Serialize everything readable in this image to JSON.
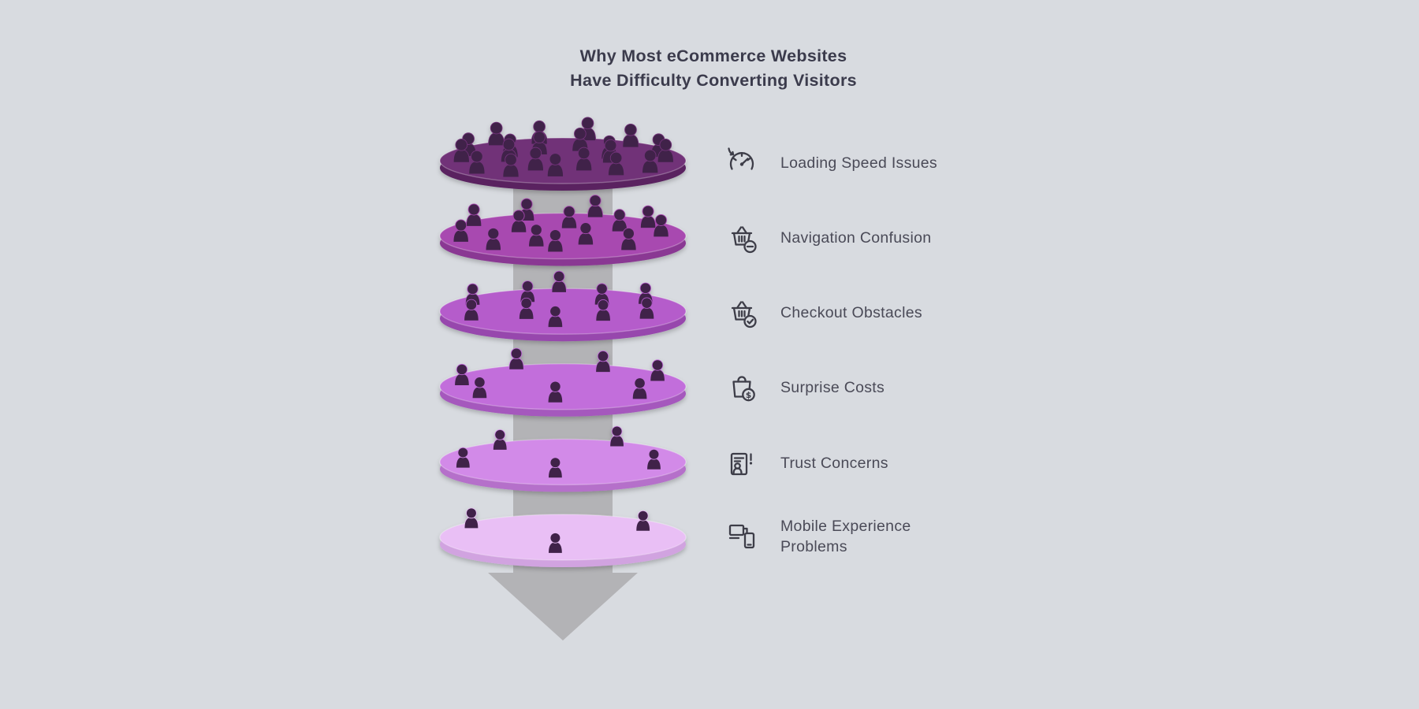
{
  "title": {
    "line1": "Why Most eCommerce Websites",
    "line2": "Have Difficulty Converting Visitors"
  },
  "funnel": {
    "column_color": "#b3b3b6",
    "people_color": "#3f2049",
    "levels": [
      {
        "surface": "#713378",
        "rim": "#5a2360",
        "people": 21
      },
      {
        "surface": "#a849b0",
        "rim": "#8a3793",
        "people": 14
      },
      {
        "surface": "#b55bcb",
        "rim": "#9746ad",
        "people": 10
      },
      {
        "surface": "#c26edb",
        "rim": "#a558bd",
        "people": 7
      },
      {
        "surface": "#d28ae8",
        "rim": "#b56fca",
        "people": 5
      },
      {
        "surface": "#e9bff5",
        "rim": "#d1a3e0",
        "people": 3
      }
    ]
  },
  "legend": {
    "items": [
      {
        "icon": "speedometer-icon",
        "label": "Loading Speed Issues"
      },
      {
        "icon": "basket-remove-icon",
        "label": "Navigation Confusion"
      },
      {
        "icon": "basket-check-icon",
        "label": "Checkout Obstacles"
      },
      {
        "icon": "bag-cost-icon",
        "label": "Surprise Costs"
      },
      {
        "icon": "person-alert-icon",
        "label": "Trust Concerns"
      },
      {
        "icon": "devices-icon",
        "label": "Mobile Experience Problems"
      }
    ]
  },
  "colors": {
    "background": "#d8dbe0",
    "text": "#3b3b4c"
  }
}
